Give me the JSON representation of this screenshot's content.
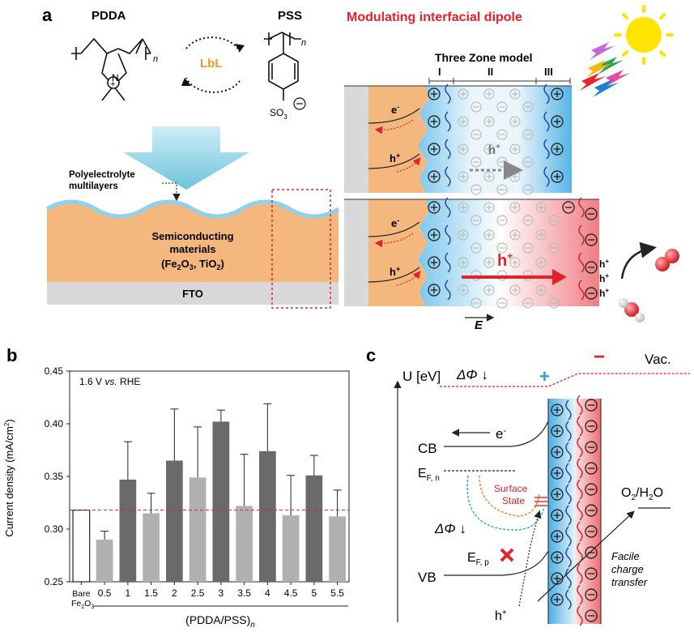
{
  "panel_a": {
    "label": "a",
    "pdda": "PDDA",
    "pss": "PSS",
    "lbl": "LbL",
    "n": "n",
    "so3": "SO",
    "so3_sub": "3",
    "multilayers_1": "Polyelectrolyte",
    "multilayers_2": "multilayers",
    "semi_1": "Semiconducting",
    "semi_2": "materials",
    "semi_3": "(Fe",
    "semi_4": "O",
    "semi_5": ", TiO",
    "semi_6": ")",
    "fto": "FTO",
    "title": "Modulating interfacial dipole",
    "three_zone": "Three Zone model",
    "zone_1": "I",
    "zone_2": "II",
    "zone_3": "III",
    "e": "e",
    "h": "h",
    "field": "E",
    "colors": {
      "title_red": "#e0222b",
      "orange": "#f4b77e",
      "blue": "#5bb6e3",
      "pink": "#ef7f86",
      "lbl_orange": "#f39a20"
    }
  },
  "panel_b": {
    "label": "b",
    "condition_1": "1.6 V ",
    "condition_2": "vs.",
    "condition_3": " RHE",
    "bare_1": "Bare",
    "bare_2": "Fe",
    "bare_3": "O",
    "xlabel_1": "(PDDA/PSS)",
    "xlabel_2": "n",
    "ylabel": "Current density (mA/cm"
  },
  "chart_data": {
    "type": "bar",
    "categories": [
      "Bare",
      "0.5",
      "1",
      "1.5",
      "2",
      "2.5",
      "3",
      "3.5",
      "4",
      "4.5",
      "5",
      "5.5"
    ],
    "values": [
      0.318,
      0.29,
      0.347,
      0.315,
      0.365,
      0.349,
      0.402,
      0.322,
      0.374,
      0.313,
      0.351,
      0.312
    ],
    "errors": [
      0,
      0.008,
      0.036,
      0.019,
      0.049,
      0.048,
      0.011,
      0.049,
      0.045,
      0.038,
      0.019,
      0.025
    ],
    "fills": [
      "#ffffff",
      "#b0b0b0",
      "#6a6a6a",
      "#b0b0b0",
      "#6a6a6a",
      "#b0b0b0",
      "#6a6a6a",
      "#b0b0b0",
      "#6a6a6a",
      "#b0b0b0",
      "#6a6a6a",
      "#b0b0b0"
    ],
    "reference_line": 0.318,
    "ylim": [
      0.25,
      0.45
    ],
    "yticks": [
      "0.25",
      "0.30",
      "0.35",
      "0.40",
      "0.45"
    ],
    "ylabel": "Current density (mA/cm2)",
    "xlabel": "(PDDA/PSS)n"
  },
  "panel_c": {
    "label": "c",
    "u_axis": "U [eV]",
    "delta_phi": "ΔΦ ↓",
    "vac": "Vac.",
    "plus": "+",
    "minus": "−",
    "cb": "CB",
    "vb": "VB",
    "e_minus": "e",
    "efn_1": "E",
    "efn_2": "F, n",
    "efp_1": "E",
    "efp_2": "F, p",
    "surface_1": "Surface",
    "surface_2": "State",
    "o2h2o": "O",
    "facile_1": "Facile",
    "facile_2": "charge",
    "facile_3": "transfer",
    "h_plus": "h"
  }
}
